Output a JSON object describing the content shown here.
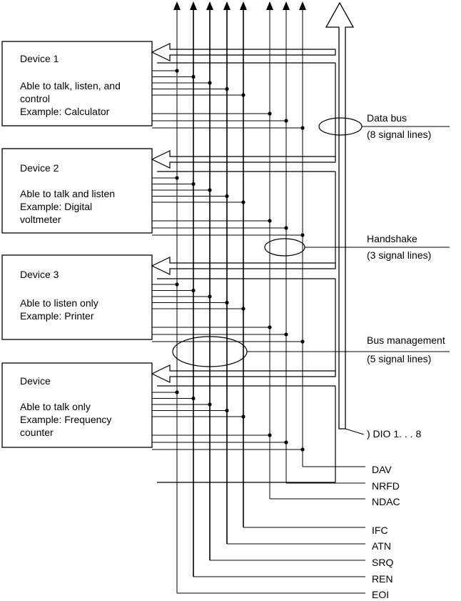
{
  "devices": [
    {
      "title": "Device 1",
      "lines": [
        "Able to talk, listen, and",
        "control",
        "Example: Calculator"
      ]
    },
    {
      "title": "Device 2",
      "lines": [
        "Able to talk and listen",
        "Example: Digital",
        "voltmeter"
      ]
    },
    {
      "title": "Device 3",
      "lines": [
        "Able to listen only",
        "Example: Printer"
      ]
    },
    {
      "title": "Device",
      "lines": [
        "Able to talk only",
        "Example: Frequency",
        "counter"
      ]
    }
  ],
  "bus_labels": {
    "data_bus": {
      "name": "Data bus",
      "detail": "(8 signal lines)"
    },
    "handshake": {
      "name": "Handshake",
      "detail": "(3 signal lines)"
    },
    "management": {
      "name": "Bus management",
      "detail": "(5 signal lines)"
    },
    "dio": ") DIO 1. . . 8"
  },
  "signals": [
    "DAV",
    "NRFD",
    "NDAC",
    "IFC",
    "ATN",
    "SRQ",
    "REN",
    "EOI"
  ]
}
